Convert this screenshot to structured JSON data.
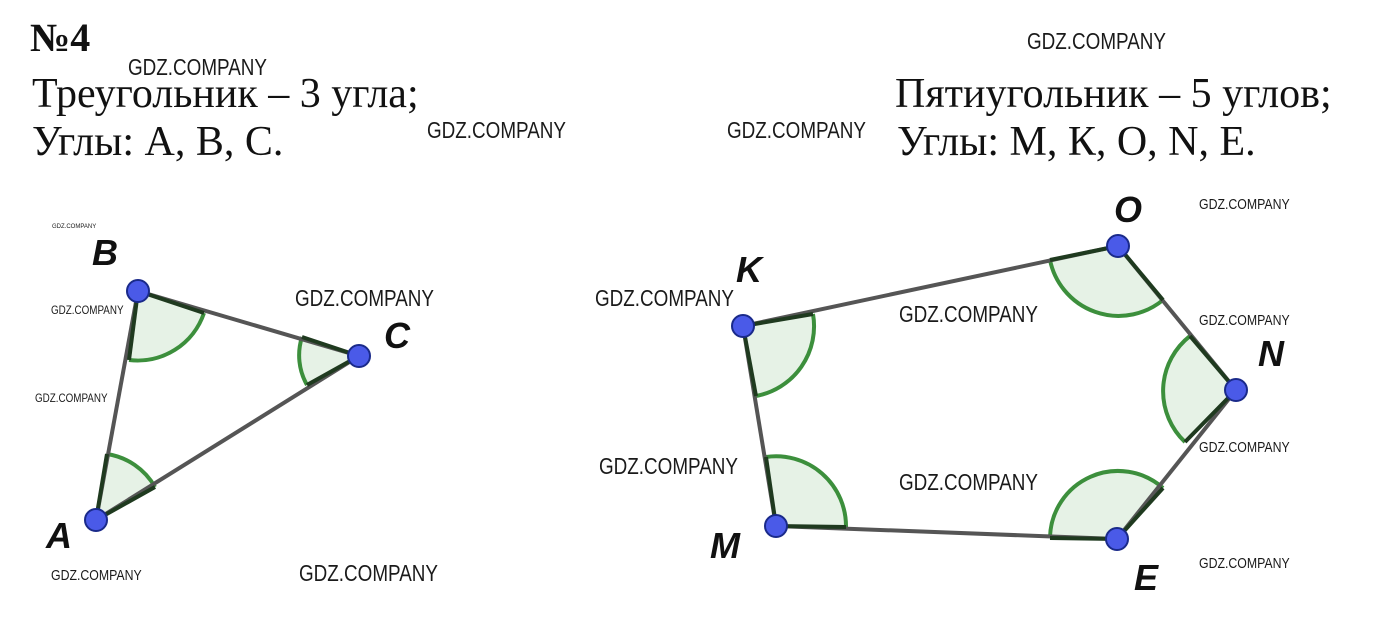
{
  "problem_number": "№4",
  "left": {
    "line1": "Треугольник – 3 угла;",
    "line2": "Углы: А, В, С."
  },
  "right": {
    "line1": "Пятиугольник – 5 углов;",
    "line2": "Углы: М, К, О, N, Е."
  },
  "triangle": {
    "vertices": [
      {
        "label": "A"
      },
      {
        "label": "B"
      },
      {
        "label": "C"
      }
    ]
  },
  "pentagon": {
    "vertices": [
      {
        "label": "K"
      },
      {
        "label": "O"
      },
      {
        "label": "N"
      },
      {
        "label": "E"
      },
      {
        "label": "M"
      }
    ]
  },
  "watermark": "GDZ.COMPANY",
  "colors": {
    "edge": "#555555",
    "edge_dark": "#1f3a1f",
    "angle_stroke": "#3c8f3c",
    "angle_fill": "#e6f2e6",
    "point_fill": "#4a5ae8",
    "point_stroke": "#1a2a8a"
  }
}
